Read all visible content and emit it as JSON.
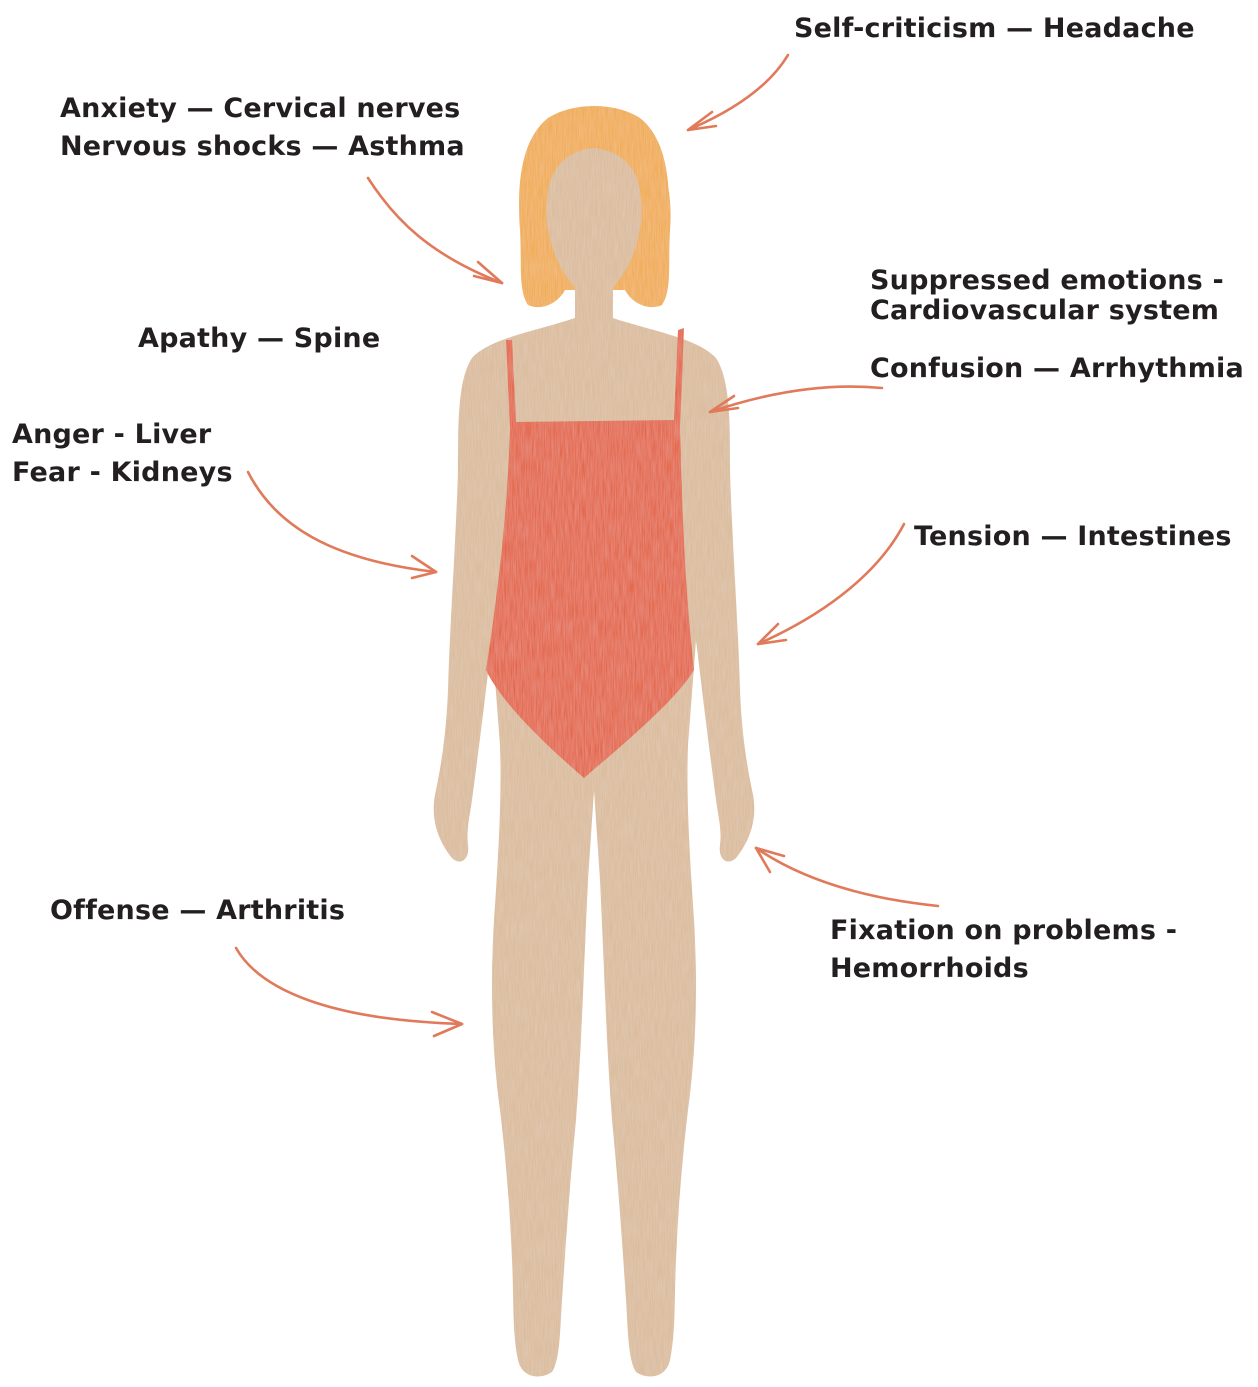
{
  "colors": {
    "skin": "#d9b896",
    "swimsuit": "#e2572b",
    "hair": "#f0a73c",
    "arrow": "#e07a5a",
    "text": "#231f20"
  },
  "labels": {
    "headache": "Self-criticism — Headache",
    "cervical": "Anxiety — Cervical nerves",
    "asthma": "Nervous shocks — Asthma",
    "cardio_1": "Suppressed emotions -",
    "cardio_2": "Cardiovascular system",
    "spine": "Apathy — Spine",
    "arrhythmia": "Confusion — Arrhythmia",
    "liver": "Anger - Liver",
    "kidneys": "Fear - Kidneys",
    "intestines": "Tension — Intestines",
    "arthritis": "Offense — Arthritis",
    "hemorrhoids_1": "Fixation on problems -",
    "hemorrhoids_2": "Hemorrhoids"
  }
}
